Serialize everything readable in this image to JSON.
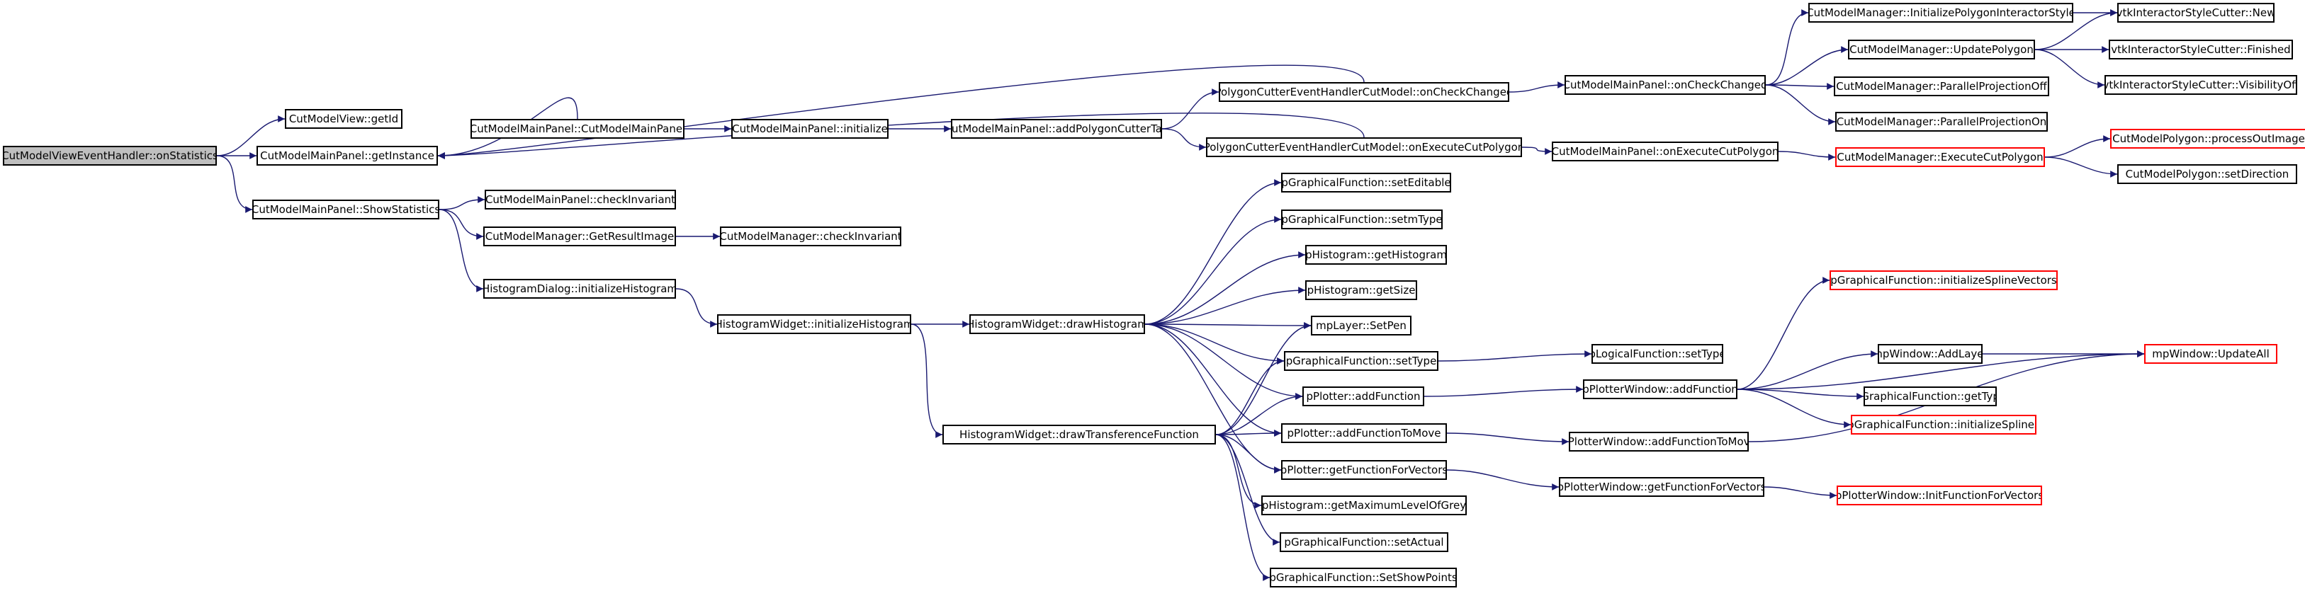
{
  "colors": {
    "edge": "#191970",
    "node_border": "#000000",
    "truncated_border": "#ff0000",
    "root_fill": "#bfbfbf"
  },
  "nodes": {
    "n0": {
      "label": "CutModelViewEventHandler::onStatistics",
      "root": true
    },
    "n1": {
      "label": "CutModelView::getId"
    },
    "n2": {
      "label": "CutModelMainPanel::getInstance"
    },
    "n3": {
      "label": "CutModelMainPanel::ShowStatistics"
    },
    "n4": {
      "label": "CutModelMainPanel::CutModelMainPanel"
    },
    "n5": {
      "label": "CutModelMainPanel::initialize"
    },
    "n6": {
      "label": "CutModelMainPanel::addPolygonCutterTab"
    },
    "n7": {
      "label": "PolygonCutterEventHandlerCutModel::onCheckChanged"
    },
    "n8": {
      "label": "PolygonCutterEventHandlerCutModel::onExecuteCutPolygon"
    },
    "n9": {
      "label": "CutModelMainPanel::onCheckChanged"
    },
    "n10": {
      "label": "CutModelMainPanel::onExecuteCutPolygon"
    },
    "n11": {
      "label": "CutModelManager::InitializePolygonInteractorStyle"
    },
    "n12": {
      "label": "CutModelManager::UpdatePolygon"
    },
    "n13": {
      "label": "CutModelManager::ParallelProjectionOff"
    },
    "n14": {
      "label": "CutModelManager::ParallelProjectionOn"
    },
    "n15": {
      "label": "CutModelManager::ExecuteCutPolygon",
      "truncated": true
    },
    "n16": {
      "label": "vtkInteractorStyleCutter::New"
    },
    "n17": {
      "label": "vtkInteractorStyleCutter::Finished"
    },
    "n18": {
      "label": "vtkInteractorStyleCutter::VisibilityOff"
    },
    "n19": {
      "label": "CutModelPolygon::processOutImage",
      "truncated": true
    },
    "n20": {
      "label": "CutModelPolygon::setDirection"
    },
    "n21": {
      "label": "CutModelMainPanel::checkInvariant"
    },
    "n22": {
      "label": "CutModelManager::GetResultImage"
    },
    "n23": {
      "label": "CutModelManager::checkInvariant"
    },
    "n24": {
      "label": "HistogramDialog::initializeHistogram"
    },
    "n25": {
      "label": "HistogramWidget::initializeHistogram"
    },
    "n26": {
      "label": "HistogramWidget::drawHistogram"
    },
    "n27": {
      "label": "HistogramWidget::drawTransferenceFunction"
    },
    "n28": {
      "label": "pGraphicalFunction::setEditable"
    },
    "n29": {
      "label": "pGraphicalFunction::setmType"
    },
    "n30": {
      "label": "pHistogram::getHistogram"
    },
    "n31": {
      "label": "pHistogram::getSize"
    },
    "n32": {
      "label": "mpLayer::SetPen"
    },
    "n33": {
      "label": "pGraphicalFunction::setType"
    },
    "n34": {
      "label": "pPlotter::addFunction"
    },
    "n35": {
      "label": "pPlotter::addFunctionToMove"
    },
    "n36": {
      "label": "pPlotter::getFunctionForVectors"
    },
    "n37": {
      "label": "pHistogram::getMaximumLevelOfGrey"
    },
    "n38": {
      "label": "pGraphicalFunction::setActual"
    },
    "n39": {
      "label": "pGraphicalFunction::SetShowPoints"
    },
    "n40": {
      "label": "pLogicalFunction::setType"
    },
    "n41": {
      "label": "pPlotterWindow::addFunction"
    },
    "n42": {
      "label": "pPlotterWindow::addFunctionToMove"
    },
    "n43": {
      "label": "pPlotterWindow::getFunctionForVectors"
    },
    "n44": {
      "label": "pGraphicalFunction::initializeSplineVectors",
      "truncated": true
    },
    "n45": {
      "label": "mpWindow::AddLayer"
    },
    "n46": {
      "label": "pGraphicalFunction::getType"
    },
    "n47": {
      "label": "pGraphicalFunction::initializeSplines",
      "truncated": true
    },
    "n48": {
      "label": "mpWindow::UpdateAll",
      "truncated": true
    },
    "n49": {
      "label": "pPlotterWindow::InitFunctionForVectors",
      "truncated": true
    }
  },
  "edges": [
    [
      "n0",
      "n1"
    ],
    [
      "n0",
      "n2"
    ],
    [
      "n0",
      "n3"
    ],
    [
      "n4",
      "n2"
    ],
    [
      "n7",
      "n2"
    ],
    [
      "n8",
      "n2"
    ],
    [
      "n4",
      "n5"
    ],
    [
      "n5",
      "n6"
    ],
    [
      "n6",
      "n7"
    ],
    [
      "n6",
      "n8"
    ],
    [
      "n7",
      "n9"
    ],
    [
      "n8",
      "n10"
    ],
    [
      "n9",
      "n11"
    ],
    [
      "n9",
      "n12"
    ],
    [
      "n9",
      "n13"
    ],
    [
      "n9",
      "n14"
    ],
    [
      "n10",
      "n15"
    ],
    [
      "n11",
      "n16"
    ],
    [
      "n12",
      "n16"
    ],
    [
      "n12",
      "n17"
    ],
    [
      "n12",
      "n18"
    ],
    [
      "n15",
      "n19"
    ],
    [
      "n15",
      "n20"
    ],
    [
      "n3",
      "n21"
    ],
    [
      "n3",
      "n22"
    ],
    [
      "n3",
      "n24"
    ],
    [
      "n22",
      "n23"
    ],
    [
      "n24",
      "n25"
    ],
    [
      "n25",
      "n26"
    ],
    [
      "n25",
      "n27"
    ],
    [
      "n26",
      "n28"
    ],
    [
      "n26",
      "n29"
    ],
    [
      "n26",
      "n30"
    ],
    [
      "n26",
      "n31"
    ],
    [
      "n26",
      "n32"
    ],
    [
      "n26",
      "n33"
    ],
    [
      "n26",
      "n34"
    ],
    [
      "n26",
      "n35"
    ],
    [
      "n26",
      "n36"
    ],
    [
      "n27",
      "n32"
    ],
    [
      "n27",
      "n33"
    ],
    [
      "n27",
      "n34"
    ],
    [
      "n27",
      "n35"
    ],
    [
      "n27",
      "n36"
    ],
    [
      "n27",
      "n37"
    ],
    [
      "n27",
      "n38"
    ],
    [
      "n27",
      "n39"
    ],
    [
      "n33",
      "n40"
    ],
    [
      "n34",
      "n41"
    ],
    [
      "n35",
      "n42"
    ],
    [
      "n36",
      "n43"
    ],
    [
      "n41",
      "n44"
    ],
    [
      "n41",
      "n45"
    ],
    [
      "n41",
      "n46"
    ],
    [
      "n41",
      "n47"
    ],
    [
      "n41",
      "n48"
    ],
    [
      "n45",
      "n48"
    ],
    [
      "n42",
      "n48"
    ],
    [
      "n43",
      "n49"
    ]
  ]
}
